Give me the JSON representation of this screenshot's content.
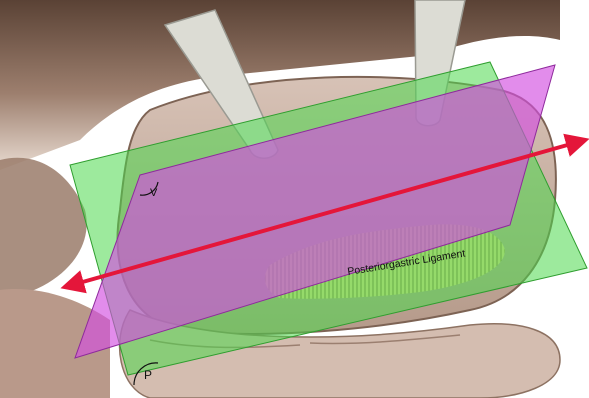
{
  "figure": {
    "ligament_label": "Posteriorgastric Ligament",
    "plane_label_v": "V",
    "plane_label_p": "P"
  },
  "colors": {
    "background": "#ffffff",
    "tissue": "#c9b2a3",
    "tissue_dark": "#6e5546",
    "retractor": "#dcdcd4",
    "ligament": "#e6d27a",
    "plane_green": "#4dd94d",
    "plane_magenta": "#d24fe0",
    "axis_arrow": "#e4163a"
  }
}
